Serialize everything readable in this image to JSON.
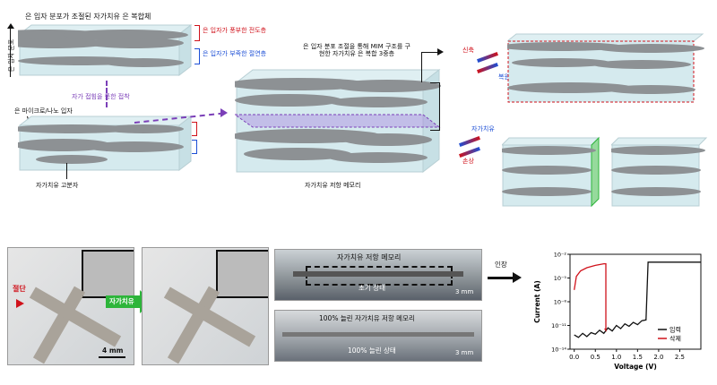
{
  "figure_top": {
    "title_composite": "은 입자 분포가 조절된 자가치유 은 복합체",
    "axis_label": "은 입자 분포",
    "label_conductive": "은 입자가 풍부한 전도층",
    "label_insulating": "은 입자가 부족한 절연층",
    "label_contact": "자가 접힘을 통한 접착",
    "label_particle": "은 마이크로/나노 입자",
    "label_polymer": "자가치유 고분자",
    "label_mim": "은 입자 분포 조절을 통해 MIM 구조를 구현한 자가치유 은 복합 3중층",
    "label_memory": "자가치유 저항 메모리",
    "label_stretch": "신축",
    "label_recover": "복원",
    "label_heal": "자가치유",
    "label_damage": "손상"
  },
  "figure_bottom": {
    "label_cut": "절단",
    "label_heal_arrow": "자가치유",
    "scale_photo": "4 mm",
    "memory_title": "자가치유 저항 메모리",
    "initial_state": "초기 상태",
    "scale_strip_1": "3 mm",
    "stretched_title": "100% 늘린 자가치유 저항 메모리",
    "stretched_state": "100% 늘린 상태",
    "scale_strip_2": "3 mm",
    "label_stretch_arrow": "인장"
  },
  "colors": {
    "red": "#d0121b",
    "blue": "#1d4fd6",
    "purple": "#7b3fb8",
    "green": "#2db53a"
  },
  "chart_data": {
    "type": "line",
    "xlabel": "Voltage (V)",
    "ylabel": "Current (A)",
    "xlim": [
      -0.1,
      3.0
    ],
    "ylog": true,
    "ylim_exp": [
      -14,
      -2
    ],
    "x_ticks": [
      "0.0",
      "0.5",
      "1.0",
      "1.5",
      "2.0",
      "2.5"
    ],
    "y_ticks": [
      "10⁻¹⁴",
      "10⁻¹¹",
      "10⁻⁸",
      "10⁻⁵",
      "10⁻²"
    ],
    "series": [
      {
        "name": "입력",
        "color": "#111111",
        "points": [
          [
            0.0,
            -12.2
          ],
          [
            0.1,
            -12.5
          ],
          [
            0.2,
            -12.0
          ],
          [
            0.3,
            -12.4
          ],
          [
            0.4,
            -11.9
          ],
          [
            0.5,
            -12.1
          ],
          [
            0.6,
            -11.6
          ],
          [
            0.7,
            -12.0
          ],
          [
            0.8,
            -11.3
          ],
          [
            0.9,
            -11.7
          ],
          [
            1.0,
            -11.0
          ],
          [
            1.1,
            -11.4
          ],
          [
            1.2,
            -10.8
          ],
          [
            1.3,
            -11.1
          ],
          [
            1.4,
            -10.6
          ],
          [
            1.5,
            -10.9
          ],
          [
            1.6,
            -10.4
          ],
          [
            1.7,
            -10.3
          ],
          [
            1.75,
            -3.0
          ],
          [
            3.0,
            -3.0
          ]
        ]
      },
      {
        "name": "삭제",
        "color": "#d0121b",
        "points": [
          [
            0.0,
            -6.5
          ],
          [
            0.05,
            -4.8
          ],
          [
            0.15,
            -4.1
          ],
          [
            0.3,
            -3.7
          ],
          [
            0.5,
            -3.4
          ],
          [
            0.7,
            -3.2
          ],
          [
            0.75,
            -3.2
          ],
          [
            0.75,
            -11.6
          ],
          [
            0.72,
            -11.4
          ]
        ]
      }
    ]
  }
}
